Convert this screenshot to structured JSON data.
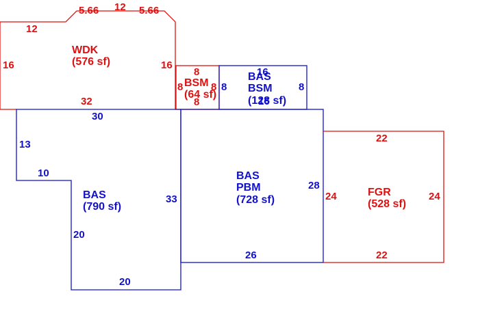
{
  "colors": {
    "red": "#dd1111",
    "blue": "#1111cc",
    "background": "#ffffff"
  },
  "wdk": {
    "name": "WDK",
    "area": "(576 sf)",
    "dims": {
      "top_left": "12",
      "chamfer_left": "5.66",
      "top": "12",
      "chamfer_right": "5.66",
      "left": "16",
      "right": "16",
      "bottom": "32"
    }
  },
  "bsm_small": {
    "name": "BSM",
    "area": "(64 sf)",
    "dims": {
      "top": "8",
      "left": "8",
      "right": "8",
      "bottom": "8"
    }
  },
  "bas_bsm": {
    "name_line1": "BAS",
    "name_line2": "BSM",
    "area": "(128 sf)",
    "dims": {
      "top": "16",
      "left": "8",
      "right": "8",
      "bottom": "16"
    }
  },
  "bas_main": {
    "name": "BAS",
    "area": "(790 sf)",
    "dims": {
      "top": "30",
      "left": "13",
      "notch": "10",
      "inner_left": "20",
      "right": "33",
      "bottom": "20"
    }
  },
  "bas_pbm": {
    "name_line1": "BAS",
    "name_line2": "PBM",
    "area": "(728 sf)",
    "dims": {
      "right": "28",
      "bottom": "26"
    }
  },
  "fgr": {
    "name": "FGR",
    "area": "(528 sf)",
    "dims": {
      "top": "22",
      "left": "24",
      "right": "24",
      "bottom": "22"
    }
  }
}
